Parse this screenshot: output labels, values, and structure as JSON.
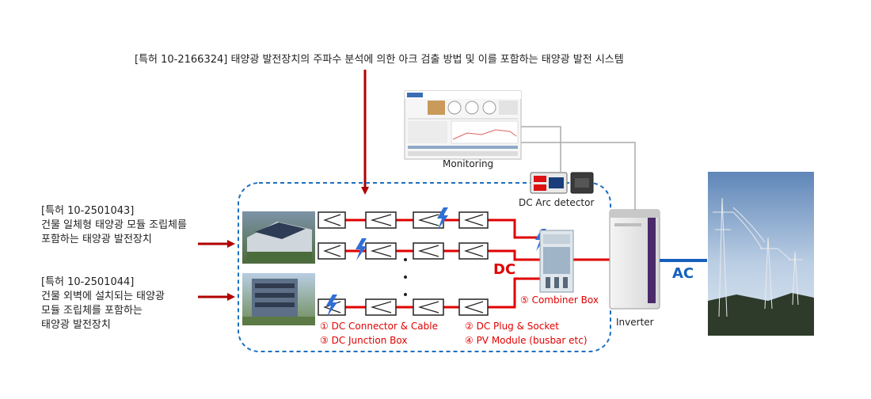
{
  "title": "[특허 10-2166324] 태양광 발전장치의 주파수 분석에 의한 아크 검출 방법 및 이를 포함하는 태양광 발전 시스템",
  "patent_left_1": {
    "lines": [
      "[특허 10-2501043]",
      "건물 일체형 태양광 모듈 조립체를",
      "포함하는 태양광 발전장치"
    ]
  },
  "patent_left_2": {
    "lines": [
      "[특허 10-2501044]",
      "건물 외벽에 설치되는 태양광",
      "모듈 조립체를 포함하는",
      "태양광 발전장치"
    ]
  },
  "labels": {
    "monitoring": "Monitoring",
    "dc_arc_detector": "DC Arc detector",
    "inverter": "Inverter",
    "dc": "DC",
    "ac": "AC",
    "combiner_box": "⑤ Combiner Box",
    "dc_connector_cable": "① DC Connector & Cable",
    "dc_junction_box": "③ DC Junction Box",
    "dc_plug_socket": "② DC Plug & Socket",
    "pv_module_busbar": "④ PV Module (busbar etc)"
  },
  "colors": {
    "red_line": "#e00000",
    "dark_red_arrow": "#b00000",
    "blue_dashed": "#1f6fbf",
    "ac_blue": "#1560bd"
  }
}
